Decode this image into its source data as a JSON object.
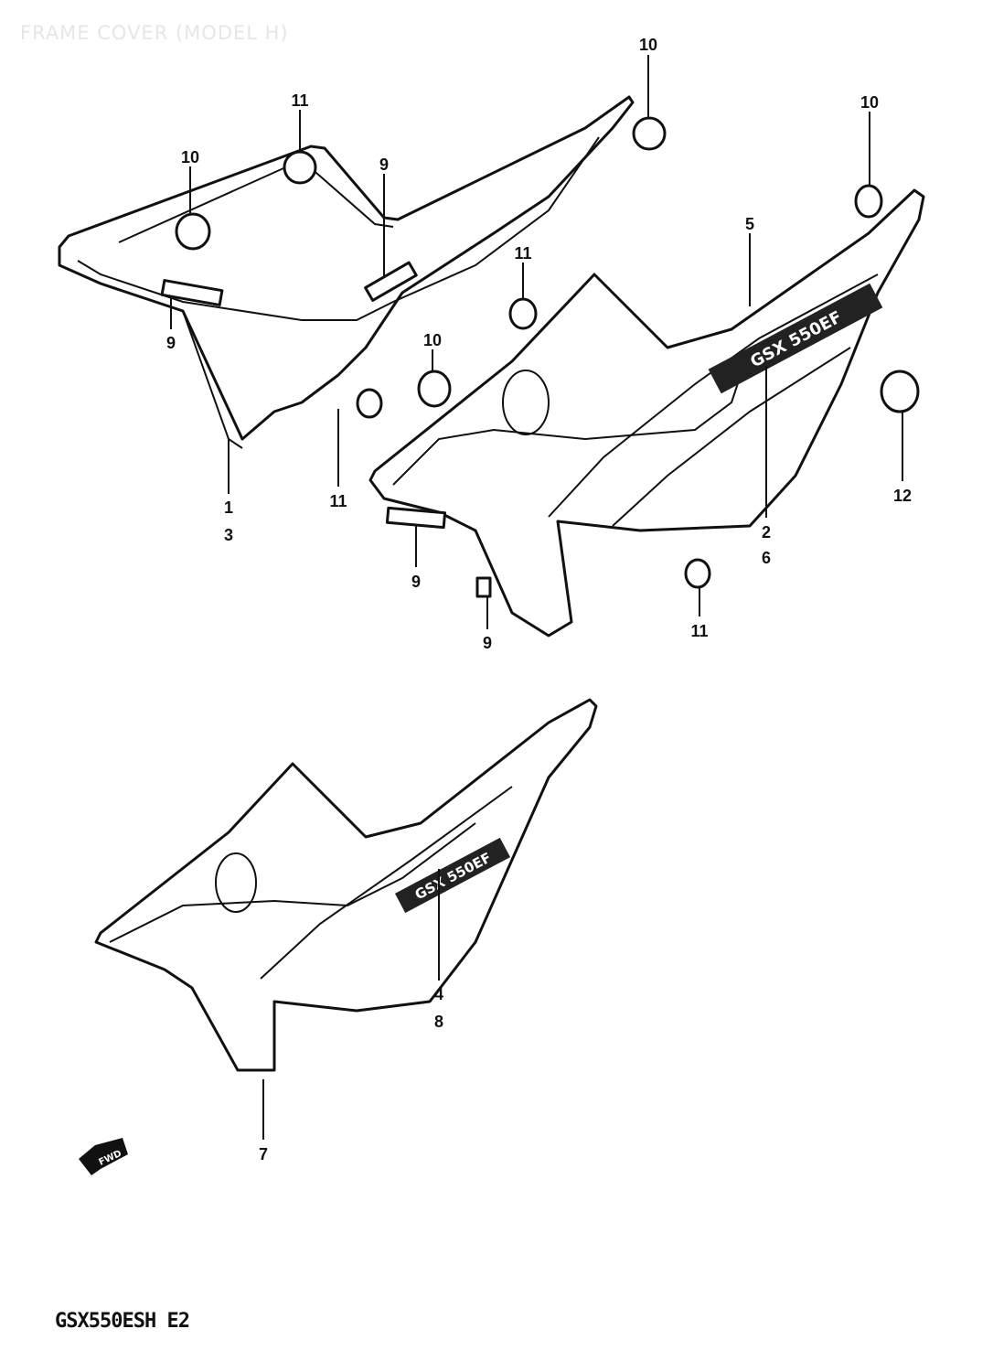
{
  "title": "FRAME COVER (MODEL H)",
  "model_code": "GSX550ESH E2",
  "fwd_arrow_label": "FWD",
  "emblem_text": "GSX 550EF",
  "callouts": {
    "c10a": "10",
    "c11a": "11",
    "c10b": "10",
    "c9a": "9",
    "c10c": "10",
    "c5": "5",
    "c11b": "11",
    "c10d": "10",
    "c9b": "9",
    "c11c": "11",
    "c1": "1",
    "c3": "3",
    "c12": "12",
    "c2": "2",
    "c6": "6",
    "c9c": "9",
    "c9d": "9",
    "c11d": "11",
    "c4": "4",
    "c8": "8",
    "c7": "7"
  }
}
